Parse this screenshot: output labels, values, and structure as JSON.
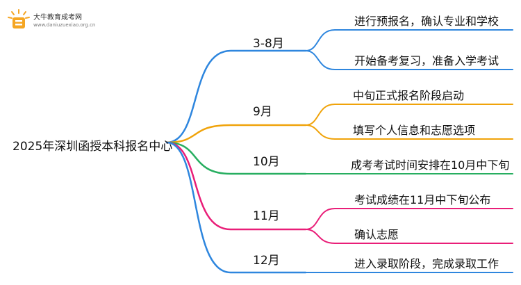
{
  "logo": {
    "brand": "大牛教育成考网",
    "site": "www.daniuzuexiao.org.cn",
    "colors": {
      "bg": "#F5A623",
      "book": "#FFFFFF",
      "ray": "#F5A623"
    }
  },
  "root": {
    "label": "2025年深圳函授本科报名中心"
  },
  "branches": [
    {
      "month": "3-8月",
      "color": "#2E86DE",
      "items": [
        "进行预报名，确认专业和学校",
        "开始备考复习，准备入学考试"
      ]
    },
    {
      "month": "9月",
      "color": "#F0A30A",
      "items": [
        "中旬正式报名阶段启动",
        "填写个人信息和志愿选项"
      ]
    },
    {
      "month": "10月",
      "color": "#27AE60",
      "items": [
        "成考考试时间安排在10月中下旬"
      ]
    },
    {
      "month": "11月",
      "color": "#E91E78",
      "items": [
        "考试成绩在11月中下旬公布",
        "确认志愿"
      ]
    },
    {
      "month": "12月",
      "color": "#2E86DE",
      "items": [
        "进入录取阶段，完成录取工作"
      ]
    }
  ]
}
